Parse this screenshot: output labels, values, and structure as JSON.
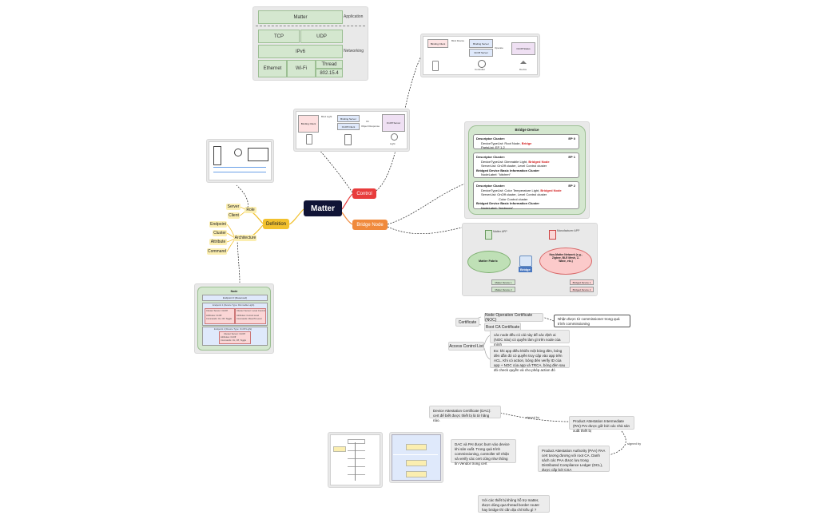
{
  "network_stack": {
    "matter": "Matter",
    "application": "Application",
    "tcp": "TCP",
    "udp": "UDP",
    "ipv6": "IPv6",
    "networking": "Networking",
    "ethernet": "Ethernet",
    "wifi": "Wi-Fi",
    "thread": "Thread",
    "ieee": "802.15.4"
  },
  "mindmap": {
    "root": "Matter",
    "control": "Control",
    "definition": "Definition",
    "bridge_node": "Bridge Node",
    "role": "Role",
    "server": "Server",
    "client": "Client",
    "architecture": "Architecture",
    "endpoint": "Endpoint",
    "cluster": "Cluster",
    "attribute": "Attribute",
    "command": "Command"
  },
  "control_diagram_top": {
    "binding_client": "Binding Client",
    "bind_device": "Bind Device",
    "binding_server": "Binding Server",
    "onoff_server": "OnOff Server",
    "operate": "Operate",
    "onoff_status": "OnOff Status",
    "controller": "Controller",
    "device": "Device"
  },
  "control_diagram_mid": {
    "binding_client": "Binding Client",
    "bind_light": "Bind Light",
    "binding_server": "Binding Server",
    "onoff_client": "OnOff Client",
    "on": "On",
    "object_response": "Object Response",
    "onoff_server": "OnOff Server",
    "light": "Light"
  },
  "bridge_device": {
    "title": "Bridge Device",
    "ep0": {
      "ep": "EP 0",
      "l1": "Descriptor Cluster:",
      "l2a": "DeviceTypeList: Root Node, ",
      "l2b": "Bridge",
      "l3": "PartsList: EP 1,2"
    },
    "ep1": {
      "ep": "EP 1",
      "l1": "Descriptor Cluster:",
      "l2a": "DeviceTypeList: Dimmable Light, ",
      "l2b": "Bridged Node",
      "l3": "ServerList: OnOff cluster, Level Control cluster",
      "l4": "Bridged Device Basic Information Cluster",
      "l5": "NodeLabel: \"kitchen\""
    },
    "ep2": {
      "ep": "EP 2",
      "l1": "Descriptor Cluster:",
      "l2a": "DeviceTypeList: Color Temperature Light, ",
      "l2b": "Bridged Node",
      "l3": "ServerList: OnOff cluster, Level Control cluster",
      "l3b": "Color Control cluster",
      "l4": "Bridged Device Basic Information Cluster",
      "l5": "NodeLabel: \"bedroom\""
    }
  },
  "fabric": {
    "matter_app": "Matter APP",
    "manufacturer_app": "Manufacturer APP",
    "matter_fabric": "Matter Fabric",
    "non_matter": "Non-Matter Network (e.g., Zigbee, BLE Mesh, Z-Wave, etc.)",
    "bridge": "Bridge",
    "md1": "Matter Device 1",
    "md2": "Matter Device 2",
    "bd1": "Bridged Device 1",
    "bd2": "Bridged Device 2"
  },
  "data_model": {
    "node": "Node",
    "ep0": "Endpoint 0 (Reserved)",
    "ep1": "Endpoint 1 (Device Type: Dimmable Light)",
    "c1": "Cluster Server: OnOff",
    "c1a": "Attributes: OnOff",
    "c1b": "Commands: On, Off, Toggle",
    "c2": "Cluster Server: Level Control",
    "c2a": "Attributes: Current Level",
    "c2b": "Commands: Move/To Level",
    "ep2": "Endpoint 2 (Device Type: OnOff Light)",
    "c3": "Cluster Server: OnOff",
    "c3a": "Attributes: OnOff",
    "c3b": "Commands: On, Off, Toggle"
  },
  "security": {
    "certificate": "Certificate",
    "noc": "Node Operation Certificate (NOC)",
    "rca": "Root CA Certificate",
    "noc_note": "Nhận được từ commissioner trong quá trình commissioning",
    "acl": "Access Control List",
    "acl_note1": "các node đều có cái này để xác định ai (NOC nào) có quyền làm gì trên node của mình",
    "acl_note2": "Ex: khi app điều khiển một bóng đèn, bóng đèn dẫn đó có quyền truy cập vào app trên ACL. Khi có action, bóng đèn verify ID của app + NOC của app và TRCA, bóng đèn sau đó check quyền và cho phép action đó"
  },
  "attestation": {
    "dac": "Device Attestation Certificate (DAC): cert để biết được thiết bị là từ hãng nào.",
    "signed_by_1": "signed by",
    "pai": "Product Attestation Intermediate (PAI) PAI được giữ bởi các nhà sản xuất thiết bị",
    "signed_by_2": "signed by",
    "paa": "Product Attestation Authority (PAA) PAA cert tương đương với root CA. Danh sách các PAA được lưu trong Distributed Compliance Ledger (DCL), được cấp bởi CSA",
    "dac_note": "DAC và PAI được burn vào device khi sản xuất. Trong quá trình commissioning, controller sẽ nhận và verify các cert cũng như thông tin Vendor trong cert",
    "thread_note": "Với các thiết bị không hỗ trợ matter, được dùng qua thread border router hay bridge thì cần địa chỉ kiểu gì ?"
  },
  "colors": {
    "root": "#101436",
    "control": "#e83c3c",
    "definition": "#f2c12e",
    "bridge": "#f08a3c",
    "leaf": "#fbeeb0",
    "green": "#d4e7cf"
  }
}
